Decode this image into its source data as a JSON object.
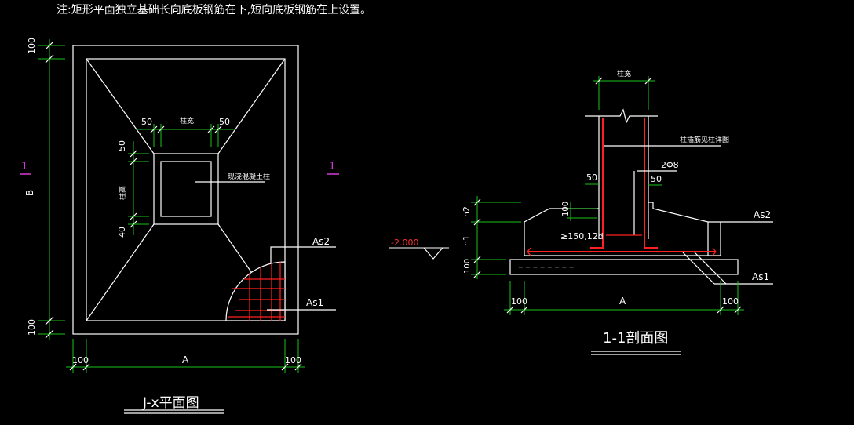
{
  "header_note": "注:矩形平面独立基础长向底板钢筋在下,短向底板钢筋在上设置。",
  "plan": {
    "title": "J-x平面图",
    "dim_top": "100",
    "dim_bottom": "100",
    "dim_left_mid": "B",
    "dim_A": "A",
    "dim_A_left": "100",
    "dim_A_right": "100",
    "col_width_label": "柱宽",
    "col_left_50": "50",
    "col_right_50": "50",
    "col_top_50": "50",
    "col_height_label": "柱高",
    "col_bottom_40": "40",
    "section_mark_left": "1",
    "section_mark_right": "1",
    "column_label": "现浇混凝土柱",
    "rebar_as2": "As2",
    "rebar_as1": "As1"
  },
  "section": {
    "title": "1-1剖面图",
    "col_width_label": "柱宽",
    "col_rebar_note": "柱插筋见柱详图",
    "stirrup": "2Φ8",
    "left_50": "50",
    "right_50": "50",
    "cover_100": "100",
    "anchor": "≥150,12d",
    "h2": "h2",
    "h1": "h1",
    "base_100": "100",
    "elevation": "-2.000",
    "rebar_as2": "As2",
    "rebar_as1": "As1",
    "dim_A": "A",
    "dim_A_left": "100",
    "dim_A_right": "100"
  },
  "colors": {
    "background": "#000000",
    "outline": "#ffffff",
    "dimension": "#19c419",
    "rebar": "#ff2020",
    "section_mark": "#d63bd6"
  }
}
